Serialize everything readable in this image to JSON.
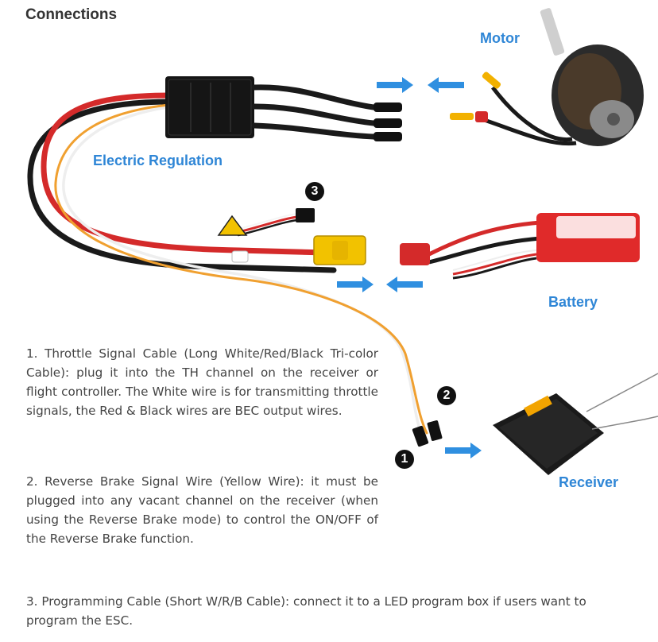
{
  "title": "Connections",
  "labels": {
    "motor": "Motor",
    "esc": "Electric Regulation",
    "battery": "Battery",
    "receiver": "Receiver"
  },
  "badges": {
    "one": "1",
    "two": "2",
    "three": "3"
  },
  "paragraphs": {
    "p1": "1. Throttle Signal Cable (Long White/Red/Black Tri-color Cable): plug it into the TH channel on the receiver or flight controller. The White wire is for transmitting throttle signals, the Red & Black wires are BEC output wires.",
    "p2": "2. Reverse Brake Signal Wire (Yellow Wire): it must be plugged into any vacant channel on the receiver (when using the Reverse Brake mode) to control the ON/OFF of the Reverse Brake function.",
    "p3": "3. Programming Cable (Short W/R/B Cable): connect it to a LED program box if users want to program the ESC."
  },
  "colors": {
    "label_blue": "#2f86d6",
    "arrow_blue": "#2f8fe0",
    "wire_red": "#d42a2a",
    "wire_black": "#1a1a1a",
    "wire_orange": "#f0a030",
    "connector_yellow": "#f2c200"
  }
}
